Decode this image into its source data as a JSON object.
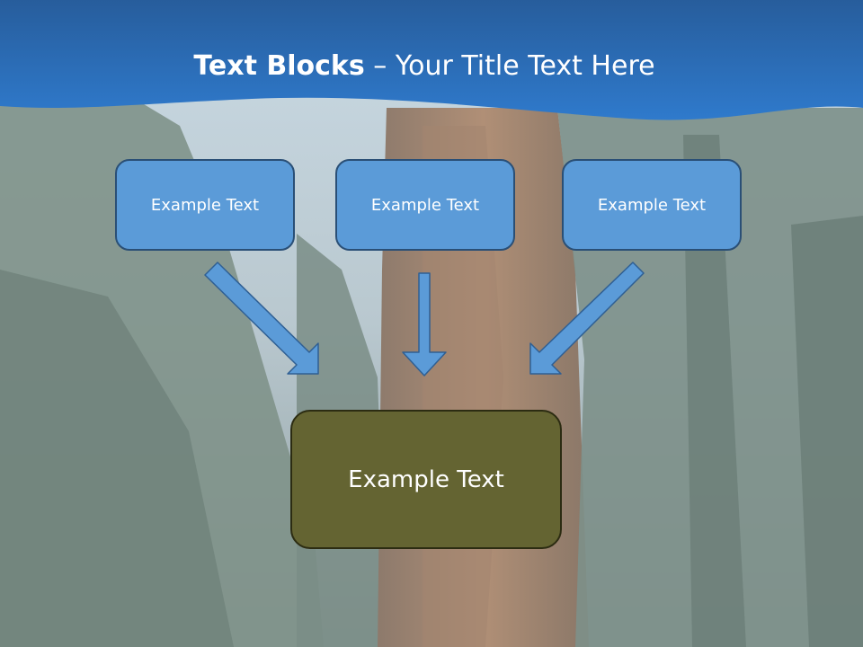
{
  "title": {
    "bold": "Text Blocks",
    "separator": " – ",
    "rest": "Your Title Text Here"
  },
  "boxes": [
    {
      "label": "Example Text"
    },
    {
      "label": "Example Text"
    },
    {
      "label": "Example Text"
    }
  ],
  "target": {
    "label": "Example Text"
  },
  "colors": {
    "header_blue": "#2f6db5",
    "box_blue": "#5b9bd8",
    "box_border": "#2a4f76",
    "target_olive": "#646432",
    "arrow_fill": "#5b9bd8",
    "arrow_stroke": "#2f5f93"
  }
}
